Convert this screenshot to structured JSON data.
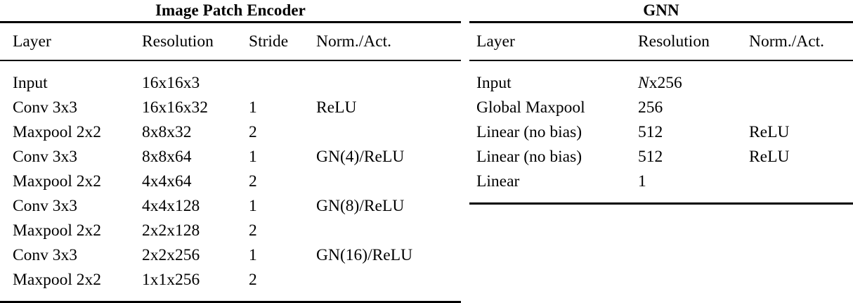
{
  "figure": {
    "kind": "two-panel-architecture-table"
  },
  "panels": [
    {
      "id": "image-patch-encoder",
      "title": "Image Patch Encoder",
      "columns": [
        "Layer",
        "Resolution",
        "Stride",
        "Norm./Act."
      ],
      "rows": [
        {
          "layer": "Input",
          "resolution": "16x16x3",
          "stride": "",
          "norm_act": ""
        },
        {
          "layer": "Conv 3x3",
          "resolution": "16x16x32",
          "stride": "1",
          "norm_act": "ReLU"
        },
        {
          "layer": "Maxpool 2x2",
          "resolution": "8x8x32",
          "stride": "2",
          "norm_act": ""
        },
        {
          "layer": "Conv 3x3",
          "resolution": "8x8x64",
          "stride": "1",
          "norm_act": "GN(4)/ReLU"
        },
        {
          "layer": "Maxpool 2x2",
          "resolution": "4x4x64",
          "stride": "2",
          "norm_act": ""
        },
        {
          "layer": "Conv 3x3",
          "resolution": "4x4x128",
          "stride": "1",
          "norm_act": "GN(8)/ReLU"
        },
        {
          "layer": "Maxpool 2x2",
          "resolution": "2x2x128",
          "stride": "2",
          "norm_act": ""
        },
        {
          "layer": "Conv 3x3",
          "resolution": "2x2x256",
          "stride": "1",
          "norm_act": "GN(16)/ReLU"
        },
        {
          "layer": "Maxpool 2x2",
          "resolution": "1x1x256",
          "stride": "2",
          "norm_act": ""
        }
      ]
    },
    {
      "id": "gnn",
      "title": "GNN",
      "columns": [
        "Layer",
        "Resolution",
        "Norm./Act."
      ],
      "rows": [
        {
          "layer": "Input",
          "resolution_prefix_italic": "N",
          "resolution": "x256",
          "norm_act": ""
        },
        {
          "layer": "Global Maxpool",
          "resolution_prefix_italic": "",
          "resolution": "256",
          "norm_act": ""
        },
        {
          "layer": "Linear (no bias)",
          "resolution_prefix_italic": "",
          "resolution": "512",
          "norm_act": "ReLU"
        },
        {
          "layer": "Linear (no bias)",
          "resolution_prefix_italic": "",
          "resolution": "512",
          "norm_act": "ReLU"
        },
        {
          "layer": "Linear",
          "resolution_prefix_italic": "",
          "resolution": "1",
          "norm_act": ""
        }
      ]
    }
  ],
  "style": {
    "text_color": "#000000",
    "background_color": "#ffffff",
    "rule_color": "#000000"
  }
}
